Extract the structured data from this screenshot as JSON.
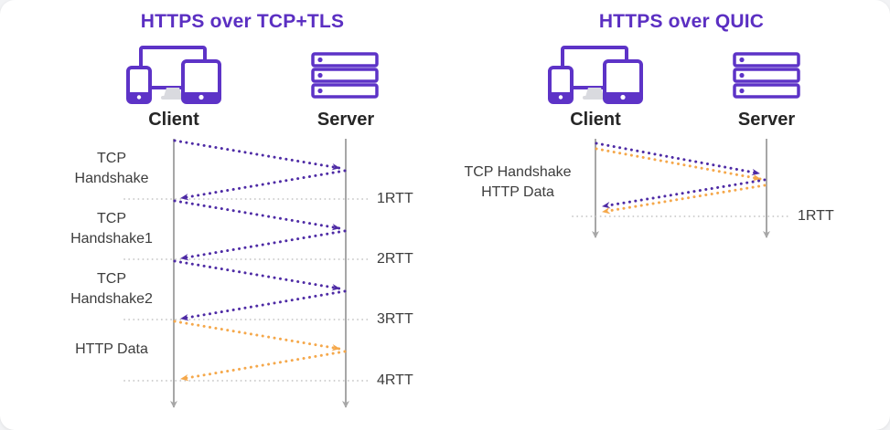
{
  "colors": {
    "card_bg": "#ffffff",
    "title_purple": "#5B2FC2",
    "icon_purple": "#5D33C7",
    "arrow_purple": "#4E2BA5",
    "arrow_orange": "#F5A84B",
    "timeline_gray": "#A7A7A7",
    "leader_gray": "#C6C6C6",
    "heading_text": "#262626",
    "label_text": "#3D3D3D"
  },
  "panels": [
    {
      "title": "HTTPS over TCP+TLS",
      "client_label": "Client",
      "server_label": "Server",
      "steps": [
        {
          "label_line1": "TCP",
          "label_line2": "Handshake",
          "rtt": "1RTT"
        },
        {
          "label_line1": "TCP",
          "label_line2": "Handshake1",
          "rtt": "2RTT"
        },
        {
          "label_line1": "TCP",
          "label_line2": "Handshake2",
          "rtt": "3RTT"
        },
        {
          "label_line1": "HTTP Data",
          "label_line2": "",
          "rtt": "4RTT"
        }
      ]
    },
    {
      "title": "HTTPS over QUIC",
      "client_label": "Client",
      "server_label": "Server",
      "steps": [
        {
          "label_line1": "TCP Handshake",
          "label_line2": "HTTP Data",
          "rtt": "1RTT"
        }
      ]
    }
  ]
}
